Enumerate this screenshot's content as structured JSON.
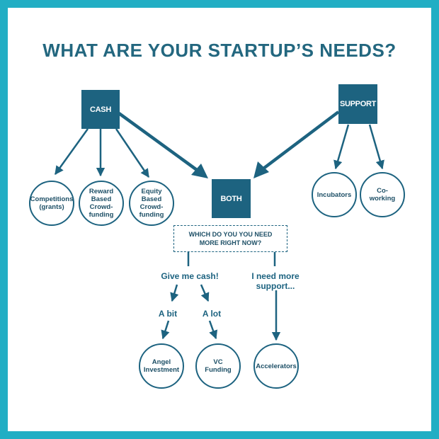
{
  "title": "WHAT ARE YOUR STARTUP’S NEEDS?",
  "nodes": {
    "cash": "CASH",
    "support": "SUPPORT",
    "both": "BOTH",
    "competitions": "Competitions (grants)",
    "reward": "Reward Based Crowd-funding",
    "equity": "Equity Based Crowd-funding",
    "incubators": "Incubators",
    "coworking": "Co-working",
    "angel": "Angel Investment",
    "vc": "VC Funding",
    "accelerators": "Accelerators"
  },
  "question": {
    "line1": "WHICH DO YOU YOU NEED",
    "line2": "MORE RIGHT NOW?"
  },
  "labels": {
    "give_cash": "Give me cash!",
    "need_support_1": "I need more",
    "need_support_2": "support...",
    "a_bit": "A bit",
    "a_lot": "A lot"
  },
  "colors": {
    "border": "#22aec4",
    "primary": "#1d6380",
    "title": "#23677f"
  }
}
